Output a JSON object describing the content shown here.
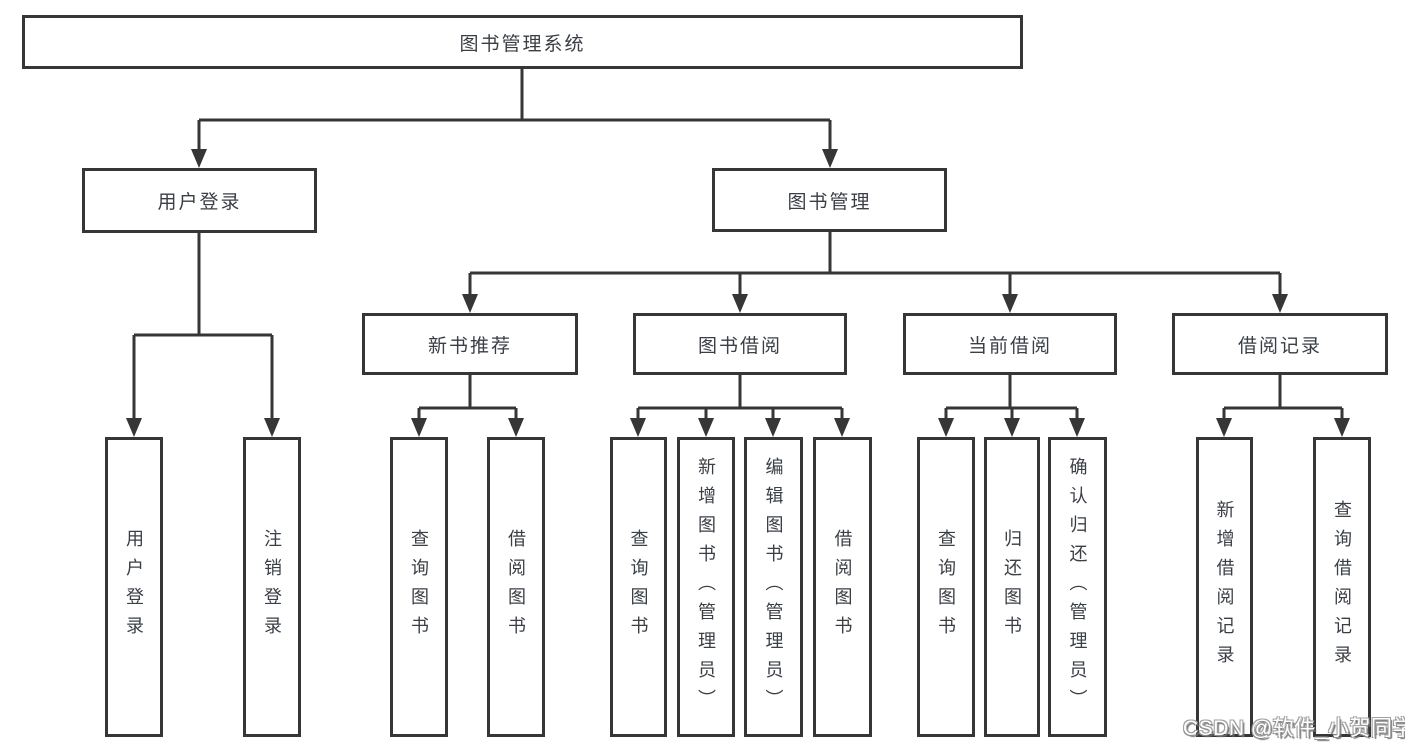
{
  "diagram": {
    "root": {
      "label": "图书管理系统"
    },
    "branches": [
      {
        "label": "用户登录",
        "leaves": [
          {
            "label": "用户登录"
          },
          {
            "label": "注销登录"
          }
        ]
      },
      {
        "label": "图书管理",
        "groups": [
          {
            "label": "新书推荐",
            "leaves": [
              {
                "label": "查询图书"
              },
              {
                "label": "借阅图书"
              }
            ]
          },
          {
            "label": "图书借阅",
            "leaves": [
              {
                "label": "查询图书"
              },
              {
                "label": "新增图书（管理员）"
              },
              {
                "label": "编辑图书（管理员）"
              },
              {
                "label": "借阅图书"
              }
            ]
          },
          {
            "label": "当前借阅",
            "leaves": [
              {
                "label": "查询图书"
              },
              {
                "label": "归还图书"
              },
              {
                "label": "确认归还（管理员）"
              }
            ]
          },
          {
            "label": "借阅记录",
            "leaves": [
              {
                "label": "新增借阅记录"
              },
              {
                "label": "查询借阅记录"
              }
            ]
          }
        ]
      }
    ]
  },
  "watermark": {
    "text": "CSDN @软件_小贺同学"
  },
  "colors": {
    "line": "#363636",
    "text": "#3a3f46",
    "background": "#ffffff",
    "watermark_fill": "#ffffff",
    "watermark_shadow": "#6f6f6f"
  }
}
